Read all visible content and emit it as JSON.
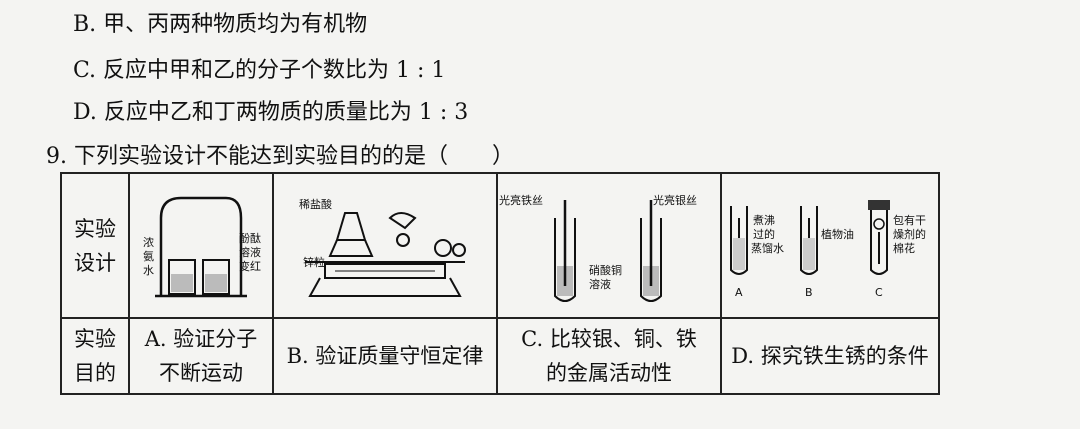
{
  "options": {
    "B": "B.  甲、丙两种物质均为有机物",
    "C": "C.  反应中甲和乙的分子个数比为 1 : 1",
    "D": "D.  反应中乙和丁两物质的质量比为 1 : 3"
  },
  "question": "9.  下列实验设计不能达到实验目的的是（　　）",
  "table": {
    "design_header": [
      "实验",
      "设计"
    ],
    "purpose_header": [
      "实验",
      "目的"
    ],
    "figA": {
      "left_label": [
        "浓",
        "氨",
        "水"
      ],
      "right_label": [
        "酚酞",
        "溶液",
        "变红"
      ]
    },
    "figB": {
      "label_top": "稀盐酸",
      "label_left": "锌粒"
    },
    "figC": {
      "label_left": "光亮铁丝",
      "label_right": "光亮银丝",
      "label_mid": [
        "硝酸铜",
        "溶液"
      ]
    },
    "figD": {
      "label_boiled": [
        "煮沸",
        "过的",
        "蒸馏水"
      ],
      "label_oil": "植物油",
      "label_cotton": [
        "包有干",
        "燥剂的",
        "棉花"
      ],
      "tubes": [
        "A",
        "B",
        "C"
      ]
    },
    "purposes": {
      "A": [
        "A.  验证分子",
        "不断运动"
      ],
      "B": "B.  验证质量守恒定律",
      "C": [
        "C.  比较银、铜、铁",
        "的金属活动性"
      ],
      "D": "D.  探究铁生锈的条件"
    }
  }
}
